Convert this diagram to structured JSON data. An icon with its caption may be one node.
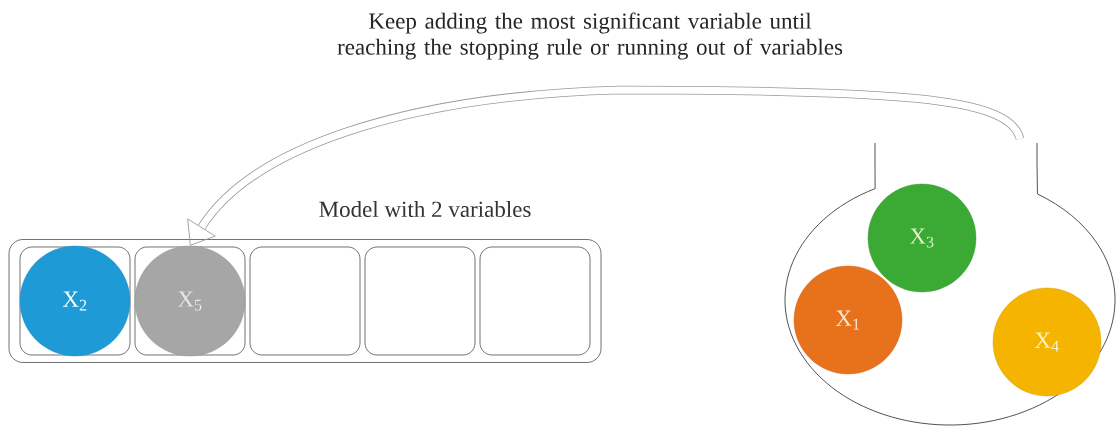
{
  "diagram": {
    "nodes": [
      {
        "text": [
          "Model with 2 variables"
        ]
      },
      {
        "text": [],
        "shape": "box",
        "in": 0
      },
      {
        "text": [
          "X$_{2}$"
        ],
        "in": 1
      },
      {
        "text": [],
        "shape": "box",
        "in": 0
      },
      {
        "text": [
          "X$_{5}$"
        ],
        "in": 3
      },
      {
        "text": [],
        "shape": "box",
        "in": 0
      },
      {
        "text": [],
        "shape": "box",
        "in": 0
      },
      {
        "text": [],
        "shape": "box",
        "in": 0
      },
      {
        "text": [],
        "shape": "bag"
      },
      {
        "text": [
          "X$_{3}$"
        ],
        "in": 8
      },
      {
        "text": [
          "X$_{1}$"
        ],
        "in": 8
      },
      {
        "text": [
          "X$_{4}$"
        ],
        "in": 8
      }
    ],
    "edges": [
      {
        "from": 8,
        "to": 4,
        "arrow": "to",
        "label": "Keep adding the most significant variable until reaching the stopping rule or running out of variables"
      }
    ]
  }
}
